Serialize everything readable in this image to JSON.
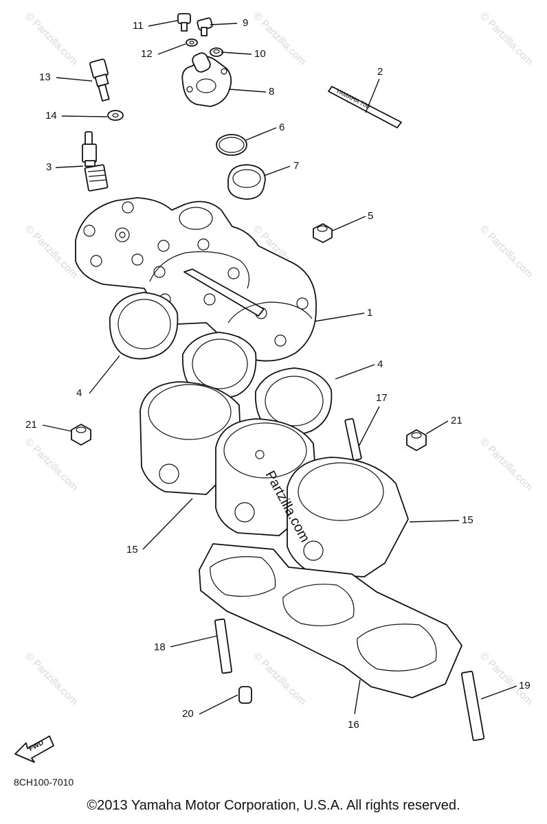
{
  "diagram_code": "8CH100-7010",
  "copyright": "©2013 Yamaha Motor Corporation, U.S.A. All rights reserved.",
  "fwd_label": "FWD",
  "decal_text": "YAMAHA 700",
  "overlay_watermark": "Partzilla.com",
  "watermark": "© Partzilla.com",
  "callouts": [
    "11",
    "9",
    "12",
    "10",
    "13",
    "2",
    "8",
    "14",
    "6",
    "3",
    "7",
    "5",
    "1",
    "4",
    "4",
    "17",
    "21",
    "21",
    "15",
    "15",
    "18",
    "19",
    "20",
    "16"
  ]
}
